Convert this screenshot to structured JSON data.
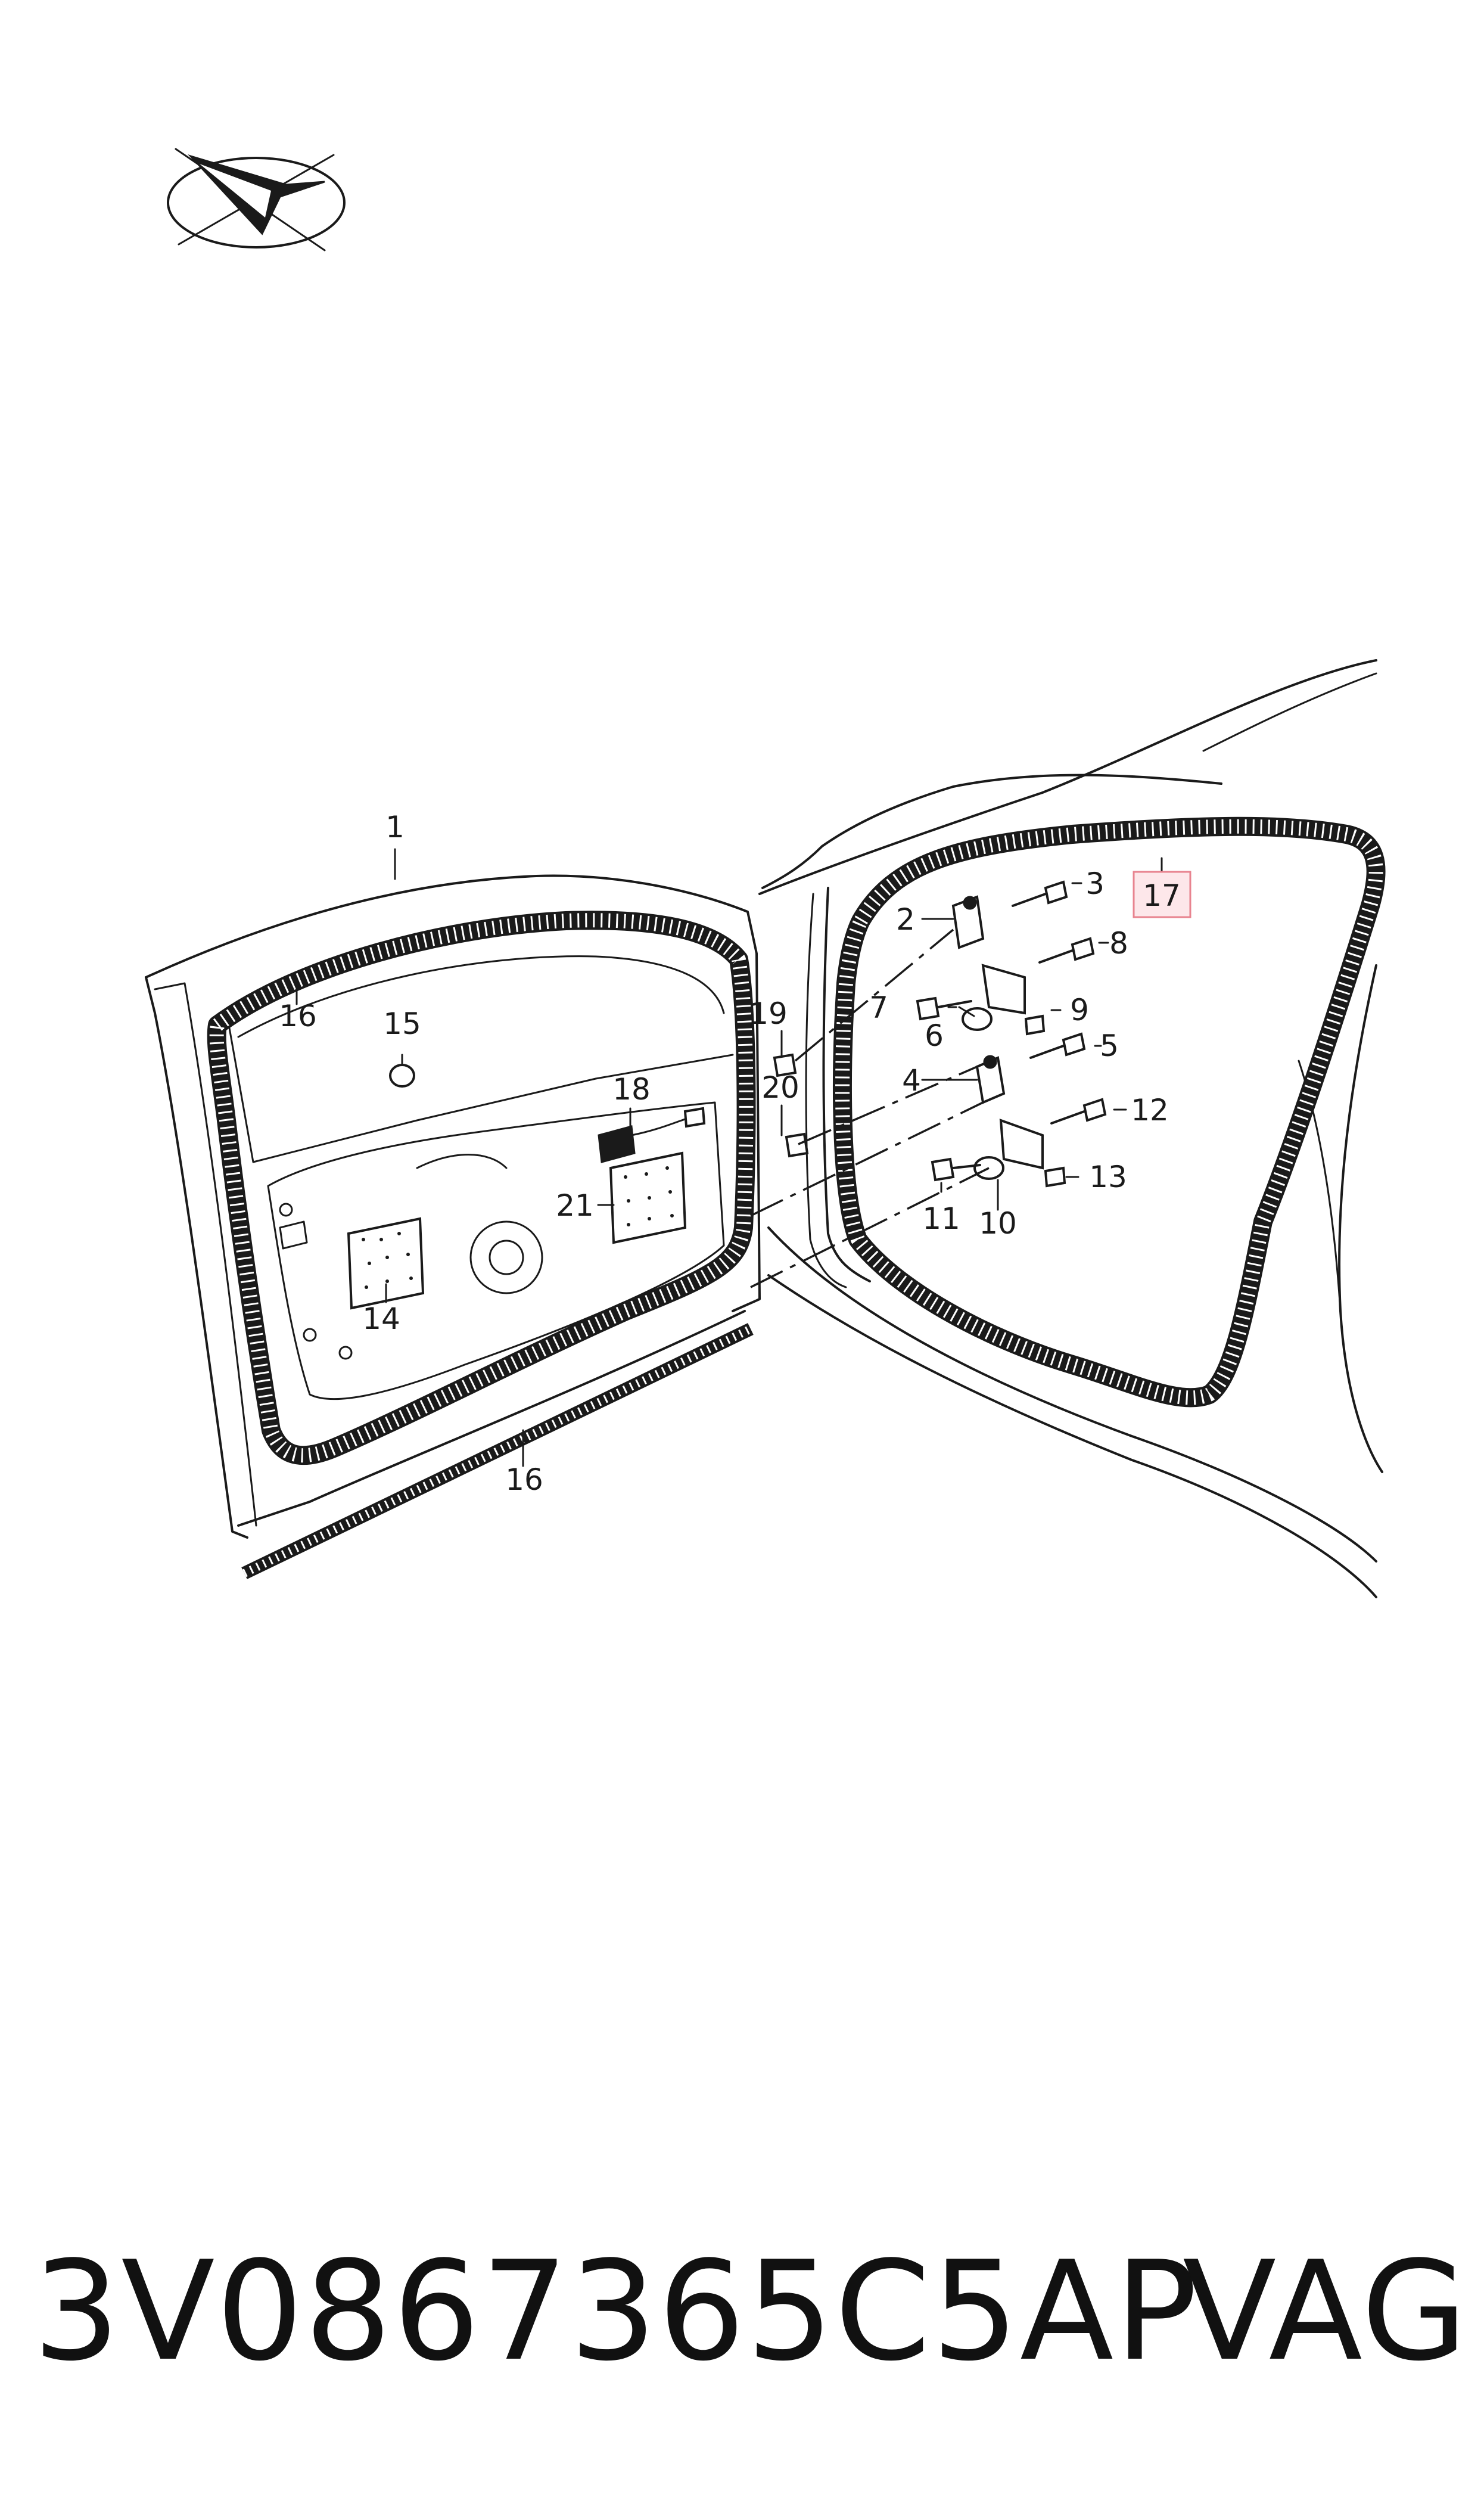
{
  "diagram": {
    "callouts": [
      "1",
      "2",
      "3",
      "4",
      "5",
      "6",
      "7",
      "8",
      "9",
      "10",
      "11",
      "12",
      "13",
      "14",
      "15",
      "16",
      "16",
      "17",
      "18",
      "19",
      "20",
      "21"
    ],
    "highlighted_callout": "17",
    "logo_icon": "compass-arrow-logo-icon",
    "highlight_color": "#fde7ea",
    "highlight_border_color": "#e8838f"
  },
  "footer": {
    "part_number": "3V0867365C5AP",
    "brand": "VAG"
  }
}
